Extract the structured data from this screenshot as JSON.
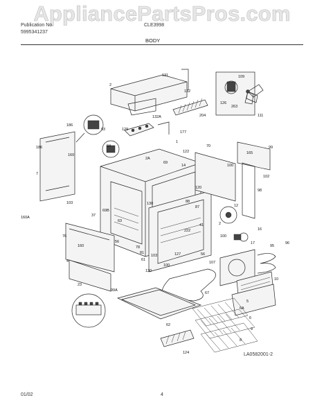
{
  "watermark": "AppliancePartsPros.com",
  "header": {
    "left_line1": "Publication No.",
    "left_line2": "5995341237",
    "model": "CLE3998",
    "section": "BODY"
  },
  "footer": {
    "date": "01/02",
    "page": "4",
    "diagram_id": "LA0582001-2"
  },
  "part_labels": [
    "131",
    "2",
    "132",
    "132A",
    "204",
    "109",
    "126",
    "263",
    "111",
    "93",
    "186",
    "129",
    "94",
    "177",
    "1",
    "2A",
    "69",
    "70",
    "165",
    "99",
    "186",
    "7",
    "160",
    "122",
    "14",
    "12",
    "120",
    "100",
    "102",
    "103",
    "160A",
    "37",
    "63",
    "130",
    "69B",
    "87",
    "88",
    "98",
    "76",
    "160",
    "56",
    "78",
    "103",
    "127",
    "222",
    "41",
    "2",
    "16",
    "17",
    "95",
    "96",
    "81",
    "61",
    "100",
    "56",
    "107",
    "4",
    "23",
    "99A",
    "130",
    "100",
    "5",
    "10",
    "67",
    "6A",
    "6",
    "62",
    "9",
    "124",
    "8"
  ]
}
